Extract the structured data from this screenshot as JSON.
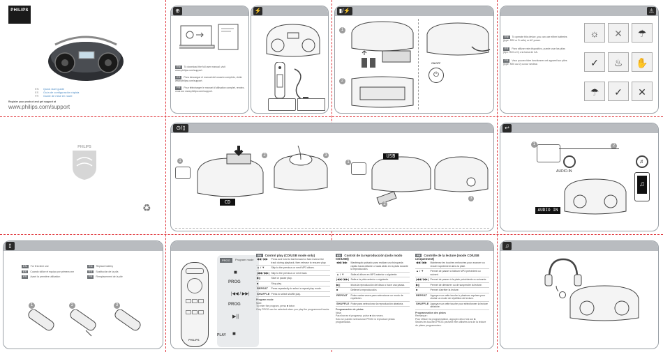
{
  "brand": "PHILIPS",
  "support_site": "www.philips.com/support",
  "register_text": "Register your product and get support at",
  "guides": [
    {
      "code": "EN",
      "label": "Quick start guide"
    },
    {
      "code": "ES",
      "label": "Guía de configuración rápida"
    },
    {
      "code": "FR",
      "label": "Guide de mise en route"
    }
  ],
  "download": [
    {
      "code": "EN",
      "text": "To download the full user manual, visit www.philips.com/support."
    },
    {
      "code": "ES",
      "text": "Para descargar el manual del usuario completo, visite www.philips.com/support."
    },
    {
      "code": "FR",
      "text": "Pour télécharger le manuel d'utilisation complet, rendez-vous sur www.philips.com/support."
    }
  ],
  "power_notes": [
    {
      "code": "EN",
      "text": "To operate this device, you can use either batteries (type: R20 or D cells) or AC power."
    },
    {
      "code": "ES",
      "text": "Para utilizar este dispositivo, puede usar las pilas (tipo: R20 o D) o la toma de CA."
    },
    {
      "code": "FR",
      "text": "Vous pouvez faire fonctionner cet appareil sur piles (type: R20 ou D) ou sur secteur."
    }
  ],
  "on_off_label": "ON/OFF",
  "lcd": {
    "cd": "CD",
    "usb": "USB",
    "audio_in": "AUDIO IN"
  },
  "audio_in_jack": "AUDIO-IN",
  "remote_section": [
    {
      "code": "EN",
      "text": "For first-time use"
    },
    {
      "code": "ES",
      "text": "Cuando utilice el equipo por primera vez"
    },
    {
      "code": "FR",
      "text": "Avant la première utilisation"
    },
    {
      "code": "EN",
      "text": "Replace battery"
    },
    {
      "code": "ES",
      "text": "Sustitución de la pila"
    },
    {
      "code": "FR",
      "text": "Remplacement de la pile"
    }
  ],
  "program_mode_label": "Program mode",
  "remote_buttons": [
    "PROG",
    "PROG",
    "PLAY"
  ],
  "key_tables": [
    {
      "code": "EN",
      "title": "Control play (CD/USB mode only)",
      "rows": [
        {
          "sym": "◀◀ / ▶▶",
          "text": "Press and hold to fast forward or fast reverse the track during playback, then release to resume play."
        },
        {
          "sym": "▲ / ▼",
          "text": "Skip to the previous or next MP3 album."
        },
        {
          "sym": "|◀◀ / ▶▶|",
          "text": "Skip to the previous or next track."
        },
        {
          "sym": "▶||",
          "text": "Start or pause play."
        },
        {
          "sym": "■",
          "text": "Stop play."
        },
        {
          "sym": "REPEAT",
          "text": "Press repeatedly to select a repeat play mode."
        },
        {
          "sym": "SHUFFLE",
          "text": "Press to select shuffle play."
        }
      ],
      "prog_title": "Program mode",
      "prog_note": "Note:",
      "prog_items": [
        "To enter the program, press ■ twice.",
        "Only PROG can be selected when you play the programmed tracks."
      ]
    },
    {
      "code": "ES",
      "title": "Control de la reproducción (solo modo CD/USB)",
      "rows": [
        {
          "sym": "◀◀ / ▶▶",
          "text": "Manténgalo pulsado para realizar una búsqueda rápida hacia delante o hacia atrás en la pista durante la reproducción."
        },
        {
          "sym": "▲ / ▼",
          "text": "Salta al álbum en MP3 anterior o siguiente."
        },
        {
          "sym": "|◀◀ / ▶▶|",
          "text": "Salta a la pista anterior o siguiente."
        },
        {
          "sym": "▶||",
          "text": "Inicia la reproducción del disco o hace una pausa."
        },
        {
          "sym": "■",
          "text": "Detiene la reproducción."
        },
        {
          "sym": "REPEAT",
          "text": "Pulse varias veces para seleccionar un modo de repetición."
        },
        {
          "sym": "SHUFFLE",
          "text": "Pulse para seleccionar la reproducción aleatoria."
        }
      ],
      "prog_title": "Programación de pistas",
      "prog_note": "Nota:",
      "prog_items": [
        "Para borrar el programa, pulse ■ dos veces.",
        "Solo se pueden seleccionar PROG si reproduce pistas programadas."
      ]
    },
    {
      "code": "FR",
      "title": "Contrôle de la lecture (mode CD/USB uniquement)",
      "rows": [
        {
          "sym": "◀◀ / ▶▶",
          "text": "Maintenez les touches enfoncées pour avancer ou reculer rapidement dans la piste."
        },
        {
          "sym": "▲ / ▼",
          "text": "Permet de passer à l'album MP3 précédent ou suivant."
        },
        {
          "sym": "|◀◀ / ▶▶|",
          "text": "Permet de passer à la piste précédente ou suivante."
        },
        {
          "sym": "▶||",
          "text": "Permet de démarrer ou de suspendre la lecture."
        },
        {
          "sym": "■",
          "text": "Permet d'arrêter la lecture."
        },
        {
          "sym": "REPEAT",
          "text": "Appuyez sur cette touche à plusieurs reprises pour choisir un mode de répétition de lecture."
        },
        {
          "sym": "SHUFFLE",
          "text": "Appuyez sur cette touche pour sélectionner la lecture aléatoire."
        }
      ],
      "prog_title": "Programmation des pistes",
      "prog_note": "Remarque :",
      "prog_items": [
        "Pour effacer la programmation, appuyez deux fois sur ■.",
        "Seules les touches PROG peuvent être utilisées lors de la lecture de pistes programmées."
      ]
    }
  ],
  "colors": {
    "fold": "#e0343a",
    "header": "#b9bcc0",
    "philips_blue": "#0b5ed7",
    "lang_tag": "#6b6f73"
  }
}
